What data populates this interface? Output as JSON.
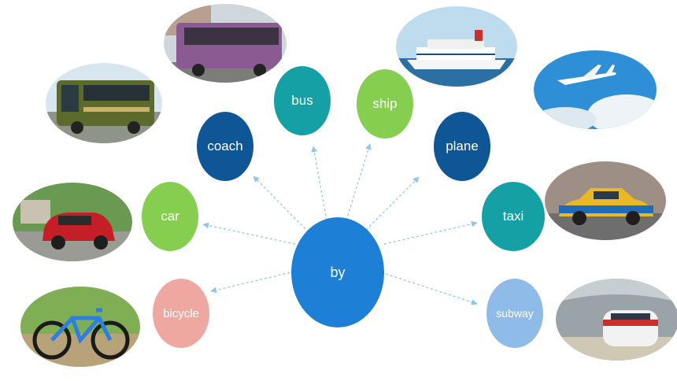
{
  "center": {
    "label": "by",
    "color": "#1d7fd6",
    "icon": "hub-node"
  },
  "nodes": [
    {
      "id": "coach",
      "label": "coach",
      "color": "#0f5696",
      "photo": "coach-photo"
    },
    {
      "id": "bus",
      "label": "bus",
      "color": "#14a0a4",
      "photo": "bus-photo"
    },
    {
      "id": "ship",
      "label": "ship",
      "color": "#86ce4f",
      "photo": "ship-photo"
    },
    {
      "id": "plane",
      "label": "plane",
      "color": "#0f5696",
      "photo": "plane-photo"
    },
    {
      "id": "car",
      "label": "car",
      "color": "#86ce4f",
      "photo": "car-photo"
    },
    {
      "id": "taxi",
      "label": "taxi",
      "color": "#14a0a4",
      "photo": "taxi-photo"
    },
    {
      "id": "bicycle",
      "label": "bicycle",
      "color": "#eea7a1",
      "photo": "bicycle-photo"
    },
    {
      "id": "subway",
      "label": "subway",
      "color": "#8fbbe9",
      "photo": "subway-photo"
    }
  ],
  "connector": {
    "style": "dashed-arrow",
    "color": "#8fc6ec"
  }
}
